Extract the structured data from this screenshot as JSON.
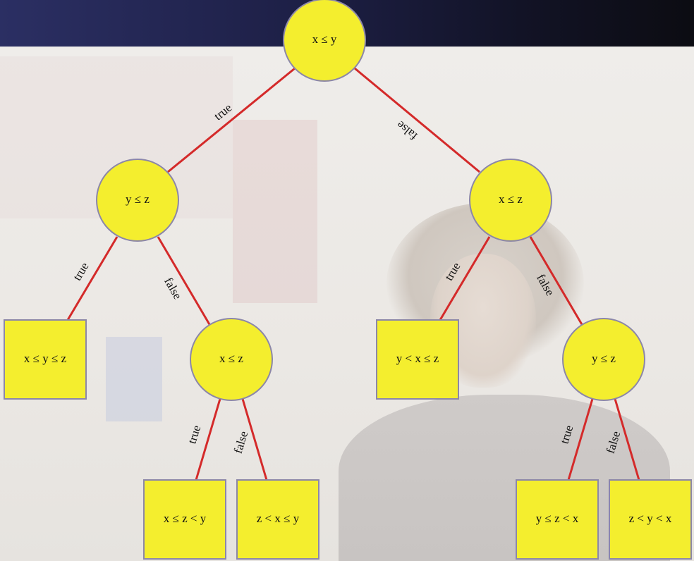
{
  "tree": {
    "root": {
      "label": "x ≤ y"
    },
    "left": {
      "label": "y ≤ z"
    },
    "right": {
      "label": "x ≤ z"
    },
    "left_left_leaf": {
      "label": "x ≤ y ≤ z"
    },
    "left_right": {
      "label": "x ≤ z"
    },
    "left_right_left_leaf": {
      "label": "x ≤ z < y"
    },
    "left_right_right_leaf": {
      "label": "z < x ≤ y"
    },
    "right_left_leaf": {
      "label": "y < x ≤ z"
    },
    "right_right": {
      "label": "y ≤ z"
    },
    "right_right_left_leaf": {
      "label": "y ≤ z < x"
    },
    "right_right_right_leaf": {
      "label": "z < y < x"
    }
  },
  "edges": {
    "root_left": "true",
    "root_right": "false",
    "left_left": "true",
    "left_right": "false",
    "left_right_left": "true",
    "left_right_right": "false",
    "right_left": "true",
    "right_right": "false",
    "right_right_left": "true",
    "right_right_right": "false"
  },
  "colors": {
    "node_fill": "#f4ee2e",
    "node_border": "#8c87a8",
    "edge": "#d42a2a",
    "header_bar": "#1d1f45"
  }
}
